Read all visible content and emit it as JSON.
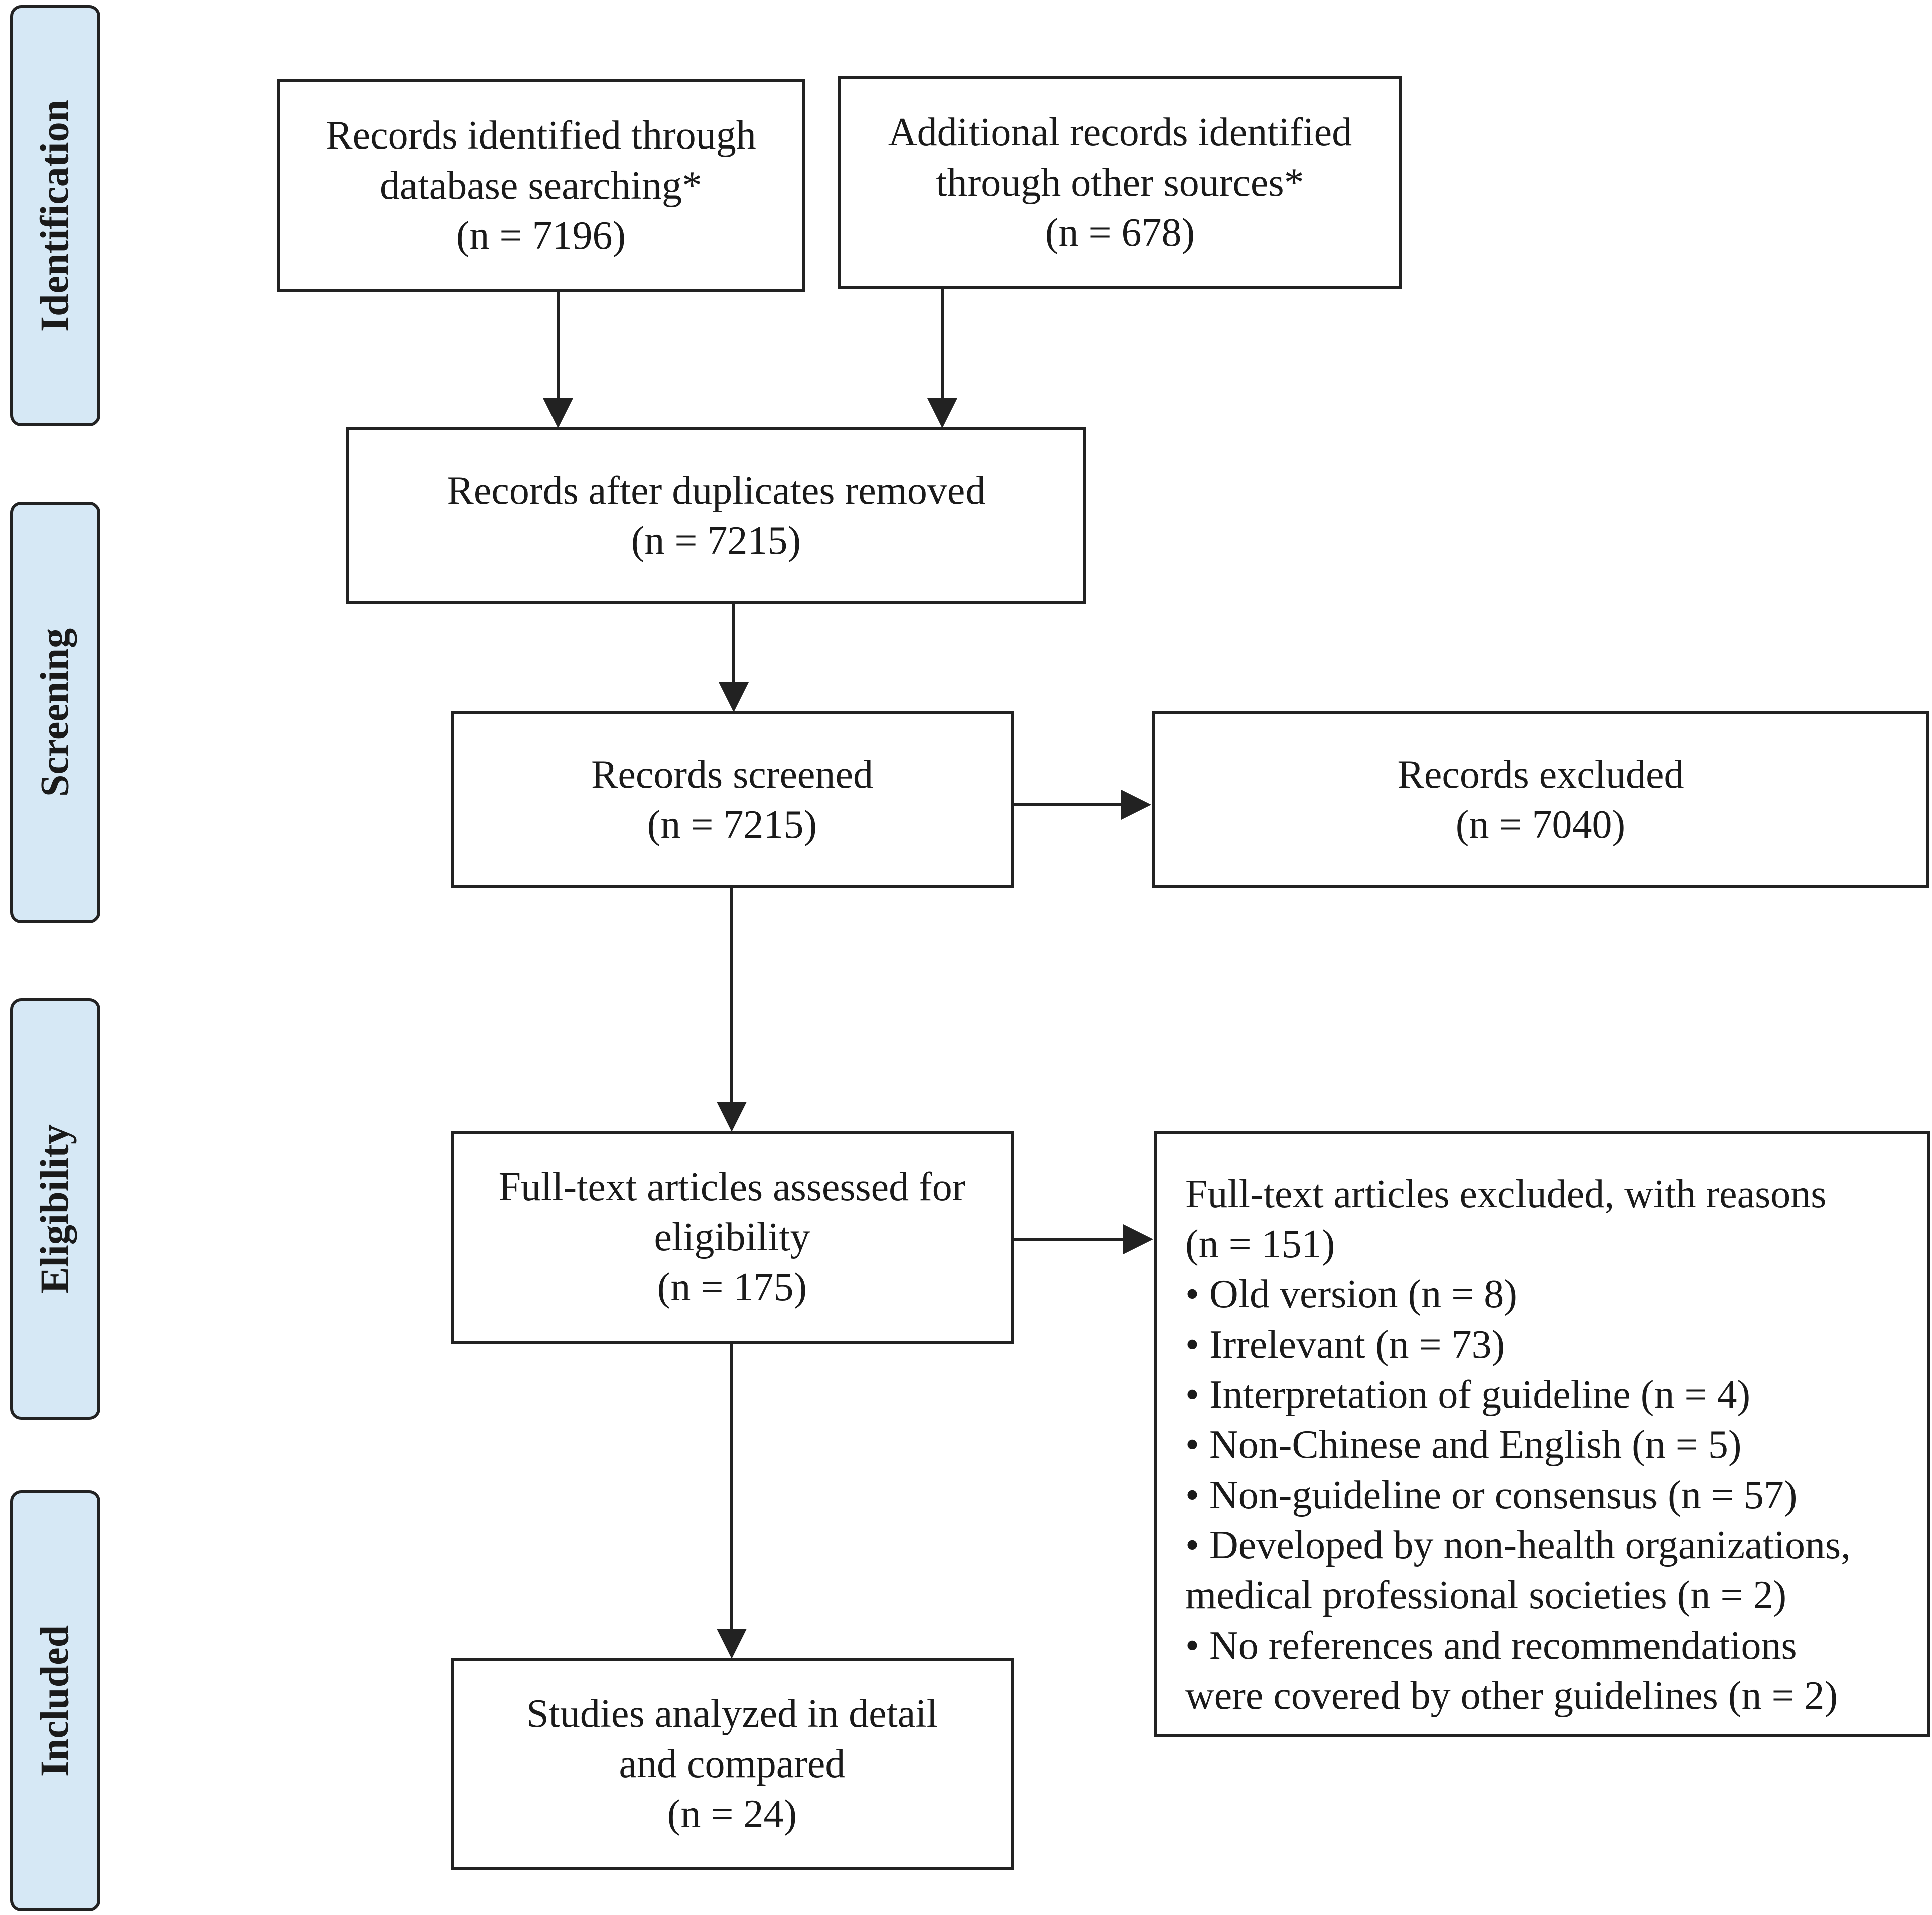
{
  "stages": [
    {
      "id": "identification",
      "label": "Identification"
    },
    {
      "id": "screening",
      "label": "Screening"
    },
    {
      "id": "eligibility",
      "label": "Eligibility"
    },
    {
      "id": "included",
      "label": "Included"
    }
  ],
  "boxes": {
    "database": {
      "lines": [
        "Records identified through",
        "database searching*",
        "(n = 7196)"
      ]
    },
    "other_sources": {
      "lines": [
        "Additional records identified",
        "through other sources*",
        "(n = 678)"
      ]
    },
    "duplicates_removed": {
      "lines": [
        "Records after duplicates removed",
        "(n = 7215)"
      ]
    },
    "screened": {
      "lines": [
        "Records screened",
        "(n = 7215)"
      ]
    },
    "excluded": {
      "lines": [
        "Records excluded",
        "(n = 7040)"
      ]
    },
    "fulltext_assessed": {
      "lines": [
        "Full-text articles assessed for",
        "eligibility",
        "(n = 175)"
      ]
    },
    "fulltext_excluded": {
      "lines": [
        "Full-text articles excluded, with reasons",
        "(n = 151)",
        "• Old version (n = 8)",
        "• Irrelevant (n = 73)",
        "• Interpretation of guideline (n = 4)",
        "• Non-Chinese and English (n = 5)",
        "• Non-guideline or consensus (n = 57)",
        "• Developed by non-health organizations,",
        "medical professional societies (n = 2)",
        "• No references and recommendations",
        "were covered by other guidelines (n = 2)"
      ]
    },
    "analyzed": {
      "lines": [
        "Studies analyzed in detail",
        "and compared",
        "(n = 24)"
      ]
    }
  }
}
